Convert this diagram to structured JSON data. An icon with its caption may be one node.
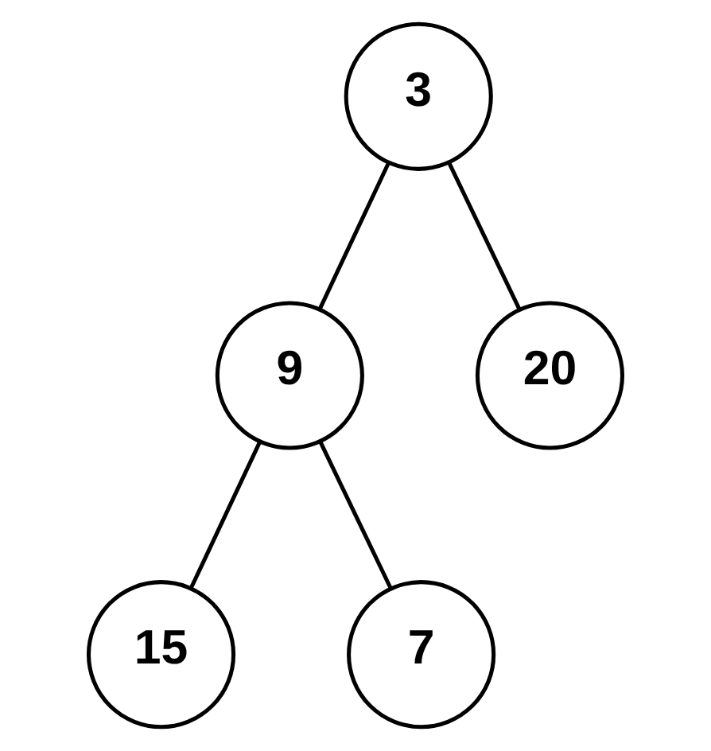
{
  "diagram": {
    "nodes": [
      {
        "text": [
          "3"
        ]
      },
      {
        "text": [
          "9"
        ]
      },
      {
        "text": [
          "20"
        ]
      },
      {
        "text": [
          "15"
        ]
      },
      {
        "text": [
          "7"
        ]
      }
    ],
    "edges": [
      {
        "from": 0,
        "to": 1,
        "arrow": "none"
      },
      {
        "from": 0,
        "to": 2,
        "arrow": "none"
      },
      {
        "from": 1,
        "to": 3,
        "arrow": "none"
      },
      {
        "from": 1,
        "to": 4,
        "arrow": "none"
      }
    ]
  }
}
